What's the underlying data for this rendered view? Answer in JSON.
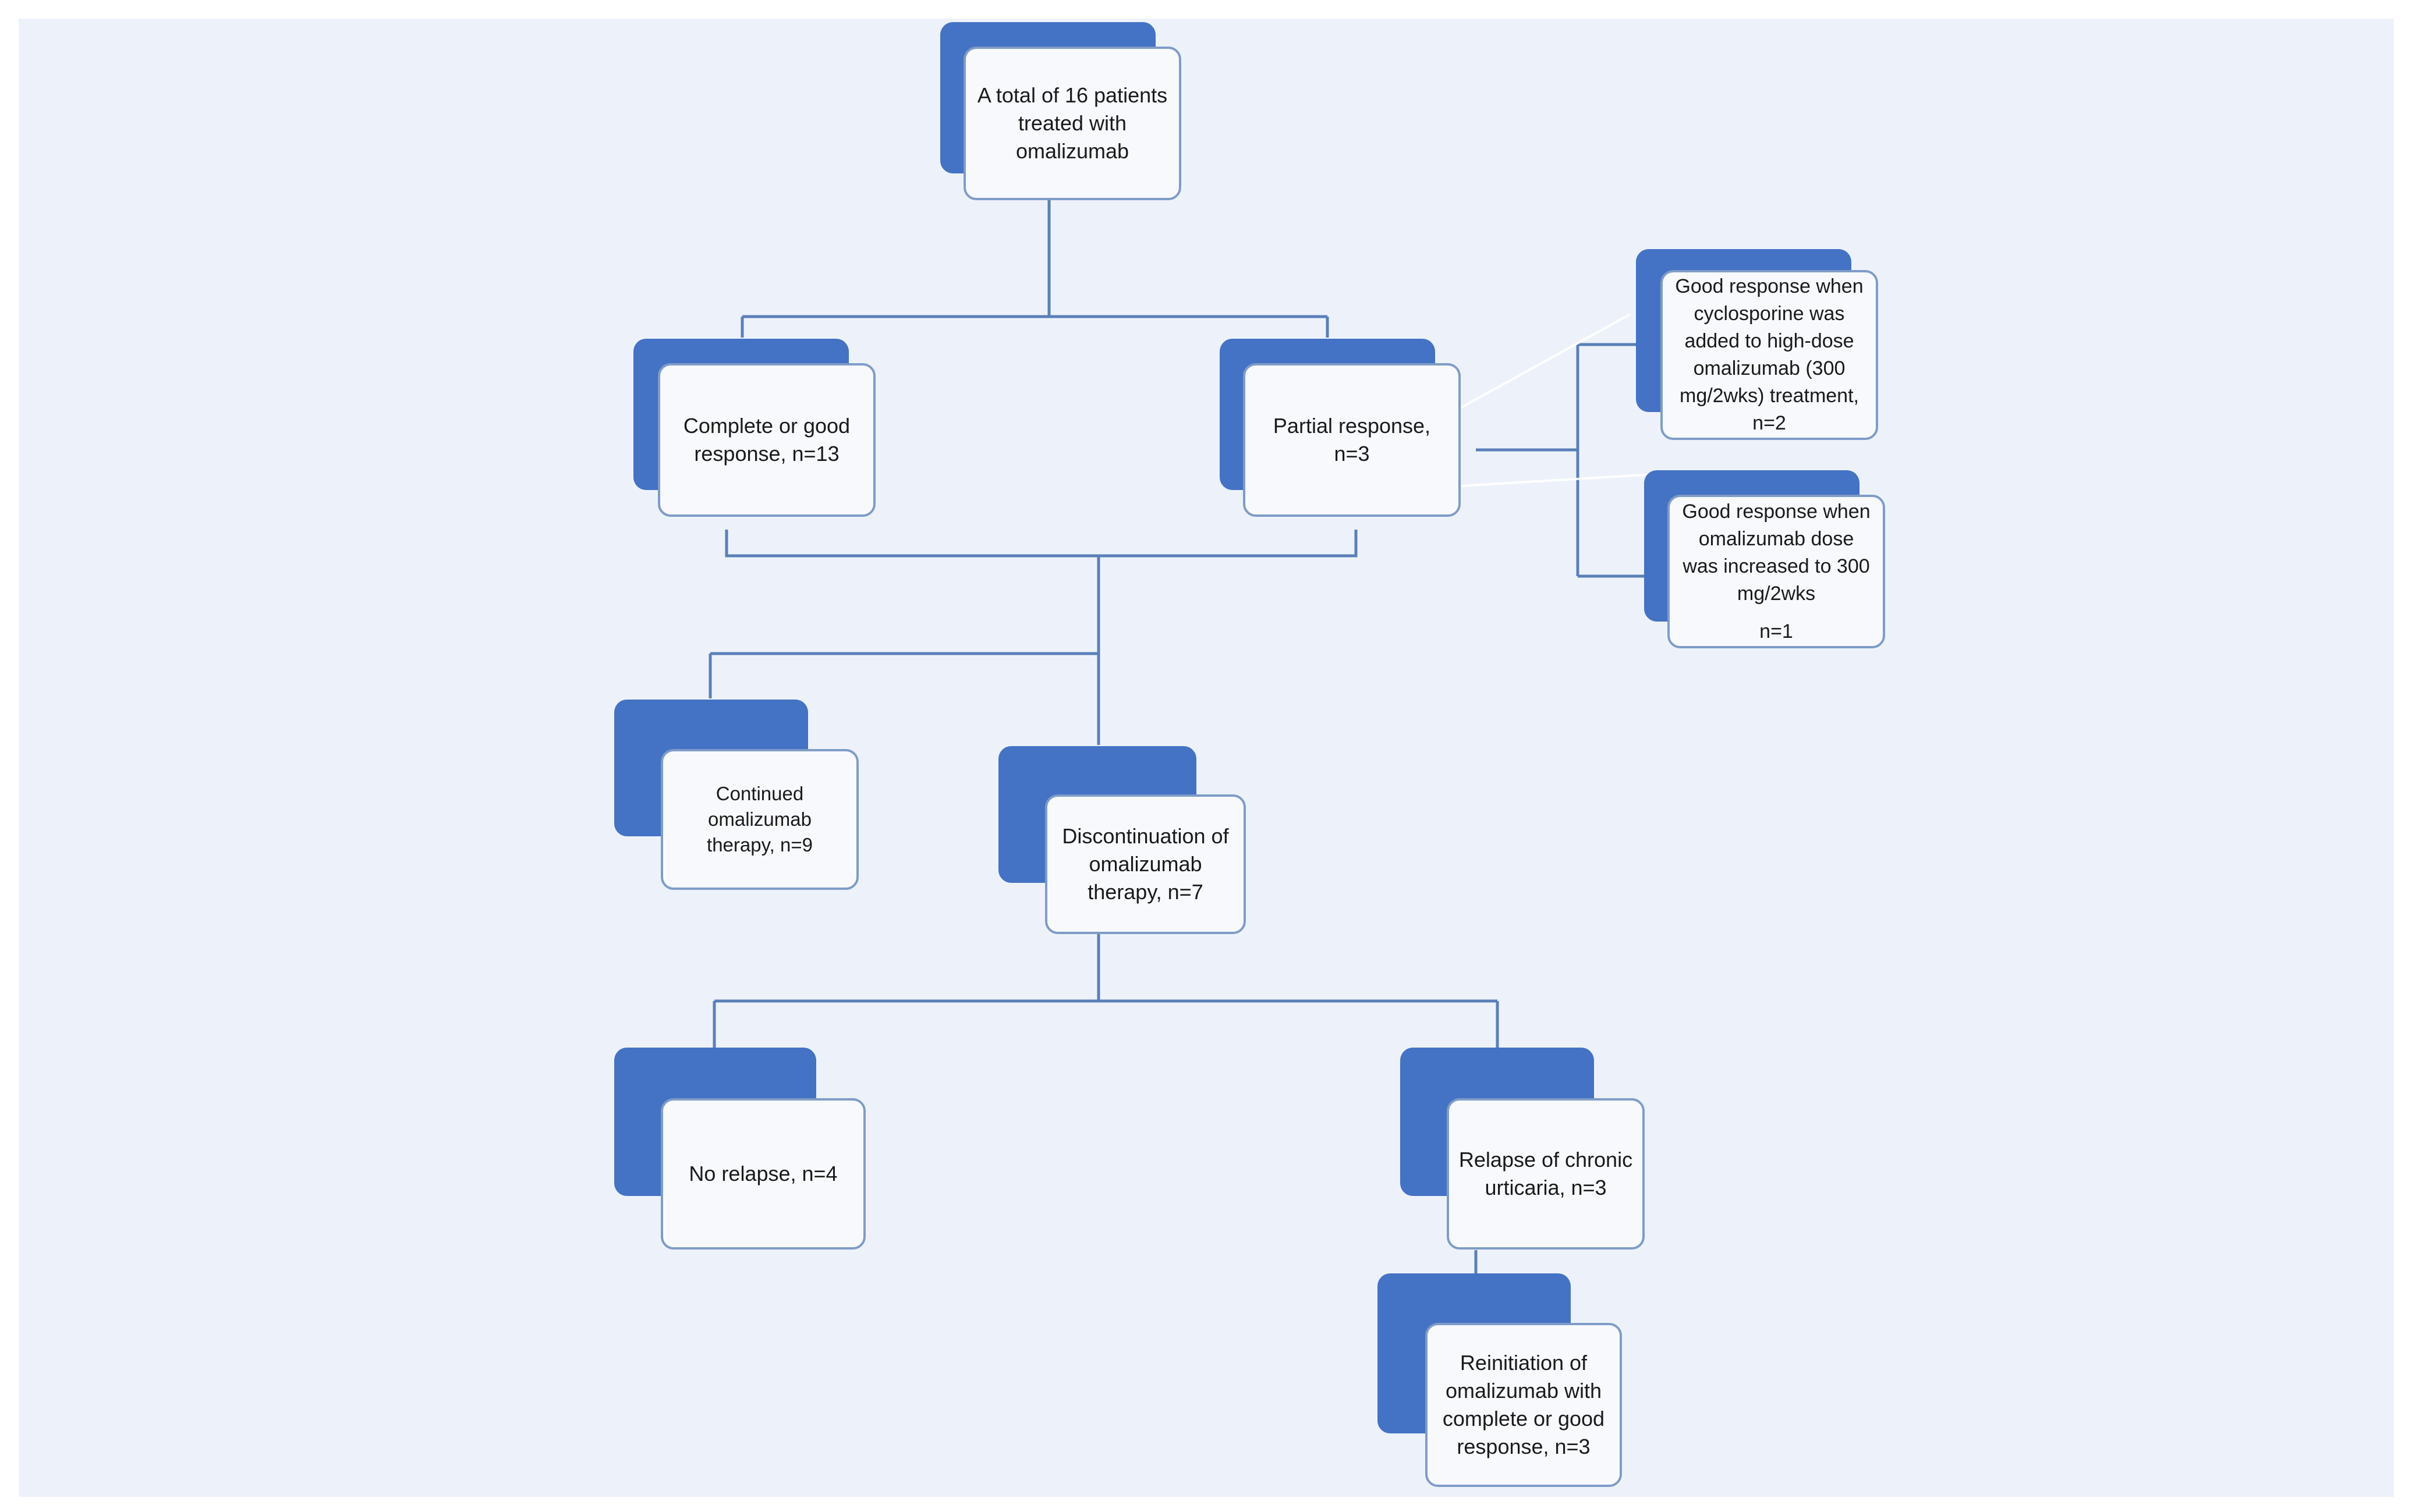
{
  "colors": {
    "panel_background": "#edf2fa",
    "box_accent": "#4472c4",
    "box_fill": "#f7f9fd",
    "box_border": "#7f9cc8",
    "connector": "#5a7fb8"
  },
  "nodes": {
    "root": {
      "text": "A total of 16 patients treated with omalizumab"
    },
    "complete_response": {
      "text": "Complete or good response, n=13"
    },
    "partial_response": {
      "text": "Partial response, n=3"
    },
    "cyclosporine_added": {
      "text": "Good response when cyclosporine was added to high-dose omalizumab (300 mg/2wks) treatment, n=2"
    },
    "dose_increased": {
      "text": "Good response when omalizumab dose was increased to 300 mg/2wks",
      "count": "n=1"
    },
    "continued_therapy": {
      "text": "Continued omalizumab therapy, n=9"
    },
    "discontinuation": {
      "text": "Discontinuation of omalizumab therapy, n=7"
    },
    "no_relapse": {
      "text": "No relapse, n=4"
    },
    "relapse": {
      "text": "Relapse of chronic urticaria, n=3"
    },
    "reinitiation": {
      "text": "Reinitiation of omalizumab with complete or good response, n=3"
    }
  }
}
